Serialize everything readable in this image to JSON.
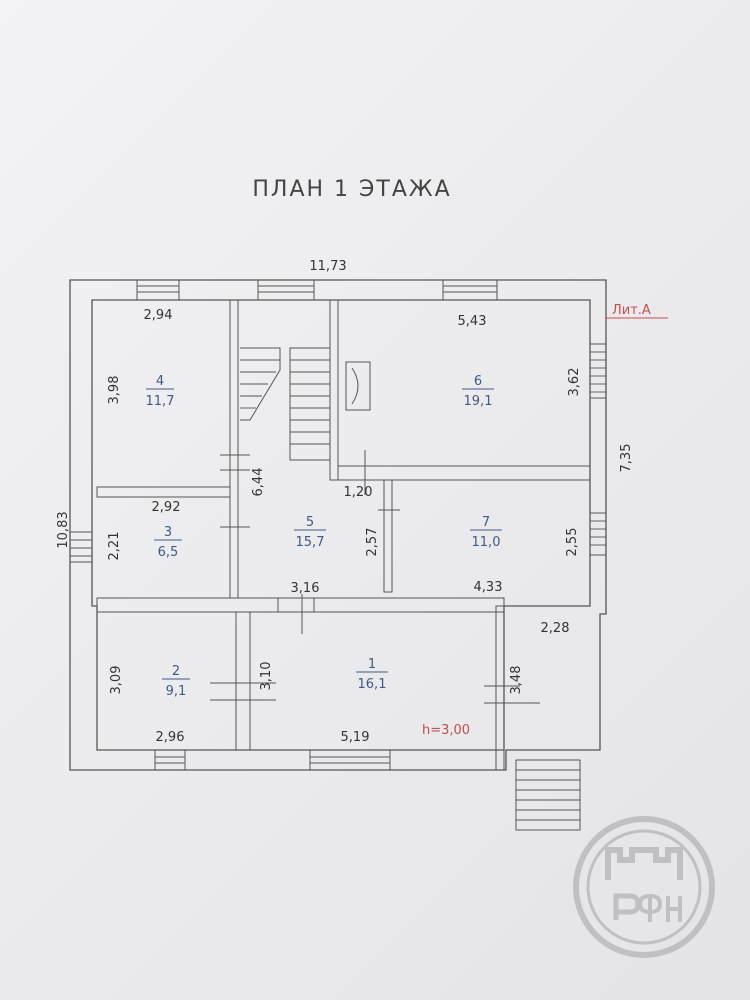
{
  "title": "ПЛАН 1 ЭТАЖА",
  "liter": "Лит.А",
  "height_note": "h=3,00",
  "rooms": [
    {
      "number": "1",
      "area": "16,1"
    },
    {
      "number": "2",
      "area": "9,1"
    },
    {
      "number": "3",
      "area": "6,5"
    },
    {
      "number": "4",
      "area": "11,7"
    },
    {
      "number": "5",
      "area": "15,7"
    },
    {
      "number": "6",
      "area": "19,1"
    },
    {
      "number": "7",
      "area": "11,0"
    }
  ],
  "dimensions": {
    "overall_width": "11,73",
    "overall_height": "10,83",
    "right_height": "7,35",
    "r4_width": "2,94",
    "r4_height": "3,98",
    "r3_width": "2,92",
    "r3_height": "2,21",
    "r5_height": "6,44",
    "r5_corridor_width": "1,20",
    "r5_passage_height": "2,57",
    "r5_passage_width": "3,16",
    "r6_width": "5,43",
    "r6_height": "3,62",
    "r7_width": "4,33",
    "r7_height": "2,55",
    "r2_width": "2,96",
    "r2_height": "3,09",
    "r1_width": "5,19",
    "r1_height": "3,10",
    "porch_width": "2,28",
    "porch_height": "3,48"
  },
  "logo": {
    "name": "ГРФН emblem",
    "text": "ГРФН"
  }
}
